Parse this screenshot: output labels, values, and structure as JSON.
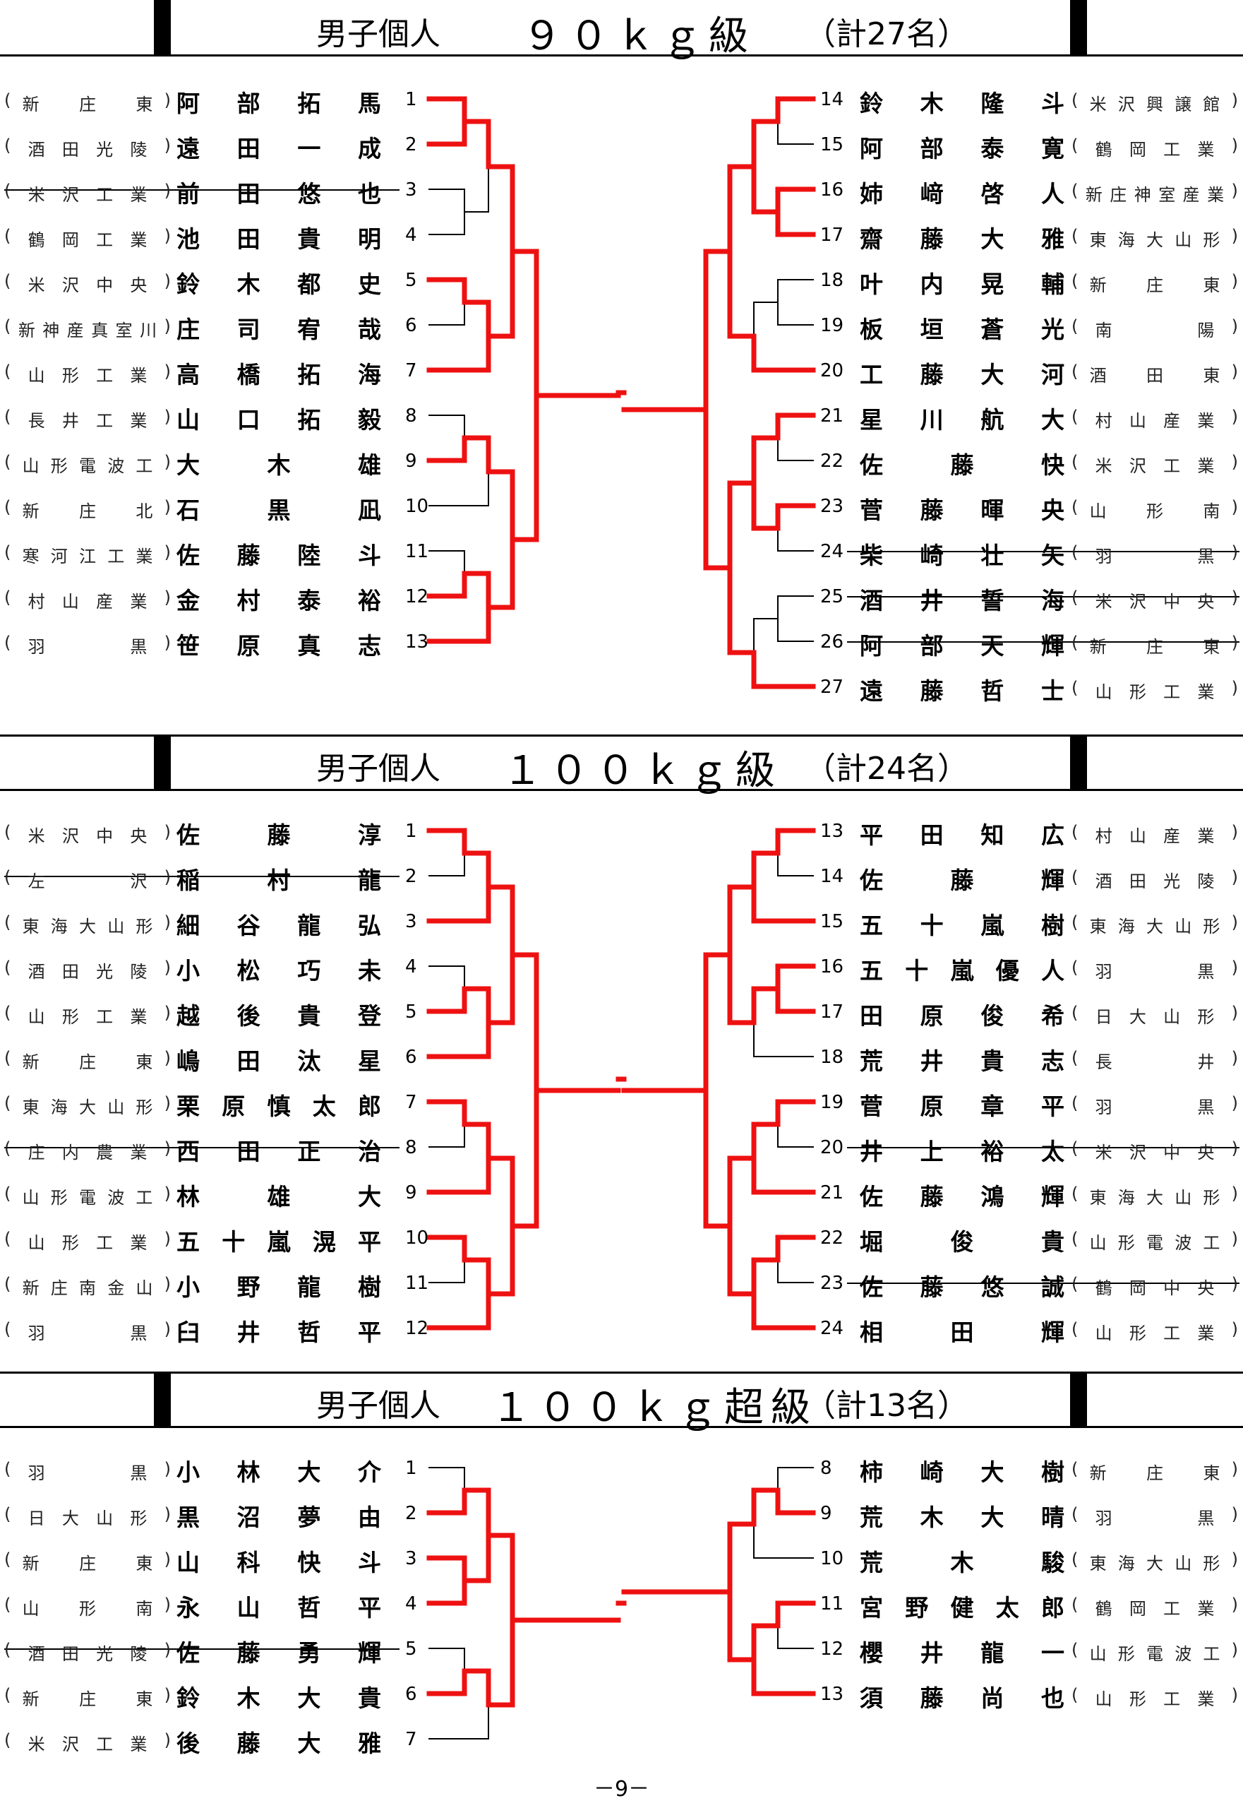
{
  "page_number": "－9－",
  "sections": [
    {
      "title": "男子個人",
      "weight": "９０ｋｇ級",
      "count": "（計27名）",
      "left": [
        {
          "seed": "1",
          "name": "阿部拓馬",
          "school": "(新　庄　東)",
          "w": true,
          "x": false
        },
        {
          "seed": "2",
          "name": "遠田一成",
          "school": "(酒田光陵)",
          "w": true,
          "x": false
        },
        {
          "seed": "3",
          "name": "前田悠也",
          "school": "(米沢工業)",
          "w": false,
          "x": true
        },
        {
          "seed": "4",
          "name": "池田貴明",
          "school": "(鶴岡工業)",
          "w": false,
          "x": false
        },
        {
          "seed": "5",
          "name": "鈴木都史",
          "school": "(米沢中央)",
          "w": true,
          "x": false
        },
        {
          "seed": "6",
          "name": "庄司宥哉",
          "school": "(新神産真室川)",
          "w": false,
          "x": false
        },
        {
          "seed": "7",
          "name": "高橋拓海",
          "school": "(山形工業)",
          "w": true,
          "x": false
        },
        {
          "seed": "8",
          "name": "山口拓毅",
          "school": "(長井工業)",
          "w": false,
          "x": false
        },
        {
          "seed": "9",
          "name": "大木雄",
          "school": "(山形電波工)",
          "w": true,
          "x": false
        },
        {
          "seed": "10",
          "name": "石黒凪",
          "school": "(新　庄　北)",
          "w": false,
          "x": false
        },
        {
          "seed": "11",
          "name": "佐藤陸斗",
          "school": "(寒河江工業)",
          "w": false,
          "x": false
        },
        {
          "seed": "12",
          "name": "金村泰裕",
          "school": "(村山産業)",
          "w": true,
          "x": false
        },
        {
          "seed": "13",
          "name": "笹原真志",
          "school": "(羽　　黒)",
          "w": true,
          "x": false
        }
      ],
      "right": [
        {
          "seed": "14",
          "name": "鈴木隆斗",
          "school": "(米沢興譲館)",
          "w": true,
          "x": false
        },
        {
          "seed": "15",
          "name": "阿部泰寛",
          "school": "(鶴岡工業)",
          "w": false,
          "x": false
        },
        {
          "seed": "16",
          "name": "姉﨑啓人",
          "school": "(新庄神室産業)",
          "w": true,
          "x": false
        },
        {
          "seed": "17",
          "name": "齋藤大雅",
          "school": "(東海大山形)",
          "w": true,
          "x": false
        },
        {
          "seed": "18",
          "name": "叶内晃輔",
          "school": "(新　庄　東)",
          "w": false,
          "x": false
        },
        {
          "seed": "19",
          "name": "板垣蒼光",
          "school": "(南　　陽)",
          "w": false,
          "x": false
        },
        {
          "seed": "20",
          "name": "工藤大河",
          "school": "(酒　田　東)",
          "w": true,
          "x": false
        },
        {
          "seed": "21",
          "name": "星川航大",
          "school": "(村山産業)",
          "w": true,
          "x": false
        },
        {
          "seed": "22",
          "name": "佐藤快",
          "school": "(米沢工業)",
          "w": false,
          "x": false
        },
        {
          "seed": "23",
          "name": "菅藤暉央",
          "school": "(山　形　南)",
          "w": true,
          "x": false
        },
        {
          "seed": "24",
          "name": "柴崎壮矢",
          "school": "(羽　　黒)",
          "w": false,
          "x": true
        },
        {
          "seed": "25",
          "name": "酒井誓海",
          "school": "(米沢中央)",
          "w": false,
          "x": true
        },
        {
          "seed": "26",
          "name": "阿部天輝",
          "school": "(新　庄　東)",
          "w": false,
          "x": true
        },
        {
          "seed": "27",
          "name": "遠藤哲士",
          "school": "(山形工業)",
          "w": true,
          "x": false
        }
      ]
    },
    {
      "title": "男子個人",
      "weight": "１００ｋｇ級",
      "count": "（計24名）",
      "left": [
        {
          "seed": "1",
          "name": "佐藤淳",
          "school": "(米沢中央)",
          "w": true,
          "x": false
        },
        {
          "seed": "2",
          "name": "稲村龍",
          "school": "(左　　沢)",
          "w": false,
          "x": true
        },
        {
          "seed": "3",
          "name": "細谷龍弘",
          "school": "(東海大山形)",
          "w": true,
          "x": false
        },
        {
          "seed": "4",
          "name": "小松巧未",
          "school": "(酒田光陵)",
          "w": false,
          "x": false
        },
        {
          "seed": "5",
          "name": "越後貴登",
          "school": "(山形工業)",
          "w": true,
          "x": false
        },
        {
          "seed": "6",
          "name": "嶋田汰星",
          "school": "(新　庄　東)",
          "w": true,
          "x": false
        },
        {
          "seed": "7",
          "name": "栗原慎太郎",
          "school": "(東海大山形)",
          "w": true,
          "x": false
        },
        {
          "seed": "8",
          "name": "西田正治",
          "school": "(庄内農業)",
          "w": false,
          "x": true
        },
        {
          "seed": "9",
          "name": "林雄大",
          "school": "(山形電波工)",
          "w": true,
          "x": false
        },
        {
          "seed": "10",
          "name": "五十嵐滉平",
          "school": "(山形工業)",
          "w": true,
          "x": false
        },
        {
          "seed": "11",
          "name": "小野龍樹",
          "school": "(新庄南金山)",
          "w": false,
          "x": false
        },
        {
          "seed": "12",
          "name": "臼井哲平",
          "school": "(羽　　黒)",
          "w": true,
          "x": false
        }
      ],
      "right": [
        {
          "seed": "13",
          "name": "平田知広",
          "school": "(村山産業)",
          "w": true,
          "x": false
        },
        {
          "seed": "14",
          "name": "佐藤輝",
          "school": "(酒田光陵)",
          "w": false,
          "x": false
        },
        {
          "seed": "15",
          "name": "五十嵐樹",
          "school": "(東海大山形)",
          "w": true,
          "x": false
        },
        {
          "seed": "16",
          "name": "五十嵐優人",
          "school": "(羽　　黒)",
          "w": true,
          "x": false
        },
        {
          "seed": "17",
          "name": "田原俊希",
          "school": "(日大山形)",
          "w": true,
          "x": false
        },
        {
          "seed": "18",
          "name": "荒井貴志",
          "school": "(長　　井)",
          "w": false,
          "x": false
        },
        {
          "seed": "19",
          "name": "菅原章平",
          "school": "(羽　　黒)",
          "w": true,
          "x": false
        },
        {
          "seed": "20",
          "name": "井上裕太",
          "school": "(米沢中央)",
          "w": false,
          "x": true
        },
        {
          "seed": "21",
          "name": "佐藤鴻輝",
          "school": "(東海大山形)",
          "w": true,
          "x": false
        },
        {
          "seed": "22",
          "name": "堀俊貴",
          "school": "(山形電波工)",
          "w": true,
          "x": false
        },
        {
          "seed": "23",
          "name": "佐藤悠誠",
          "school": "(鶴岡中央)",
          "w": false,
          "x": true
        },
        {
          "seed": "24",
          "name": "相田輝",
          "school": "(山形工業)",
          "w": true,
          "x": false
        }
      ]
    },
    {
      "title": "男子個人",
      "weight": "１００ｋｇ超級",
      "count": "（計13名）",
      "left": [
        {
          "seed": "1",
          "name": "小林大介",
          "school": "(羽　　黒)",
          "w": false,
          "x": false
        },
        {
          "seed": "2",
          "name": "黒沼夢由",
          "school": "(日大山形)",
          "w": true,
          "x": false
        },
        {
          "seed": "3",
          "name": "山科快斗",
          "school": "(新　庄　東)",
          "w": true,
          "x": false
        },
        {
          "seed": "4",
          "name": "永山哲平",
          "school": "(山　形　南)",
          "w": true,
          "x": false
        },
        {
          "seed": "5",
          "name": "佐藤勇輝",
          "school": "(酒田光陵)",
          "w": false,
          "x": true
        },
        {
          "seed": "6",
          "name": "鈴木大貴",
          "school": "(新　庄　東)",
          "w": true,
          "x": false
        },
        {
          "seed": "7",
          "name": "後藤大雅",
          "school": "(米沢工業)",
          "w": false,
          "x": false
        }
      ],
      "right": [
        {
          "seed": "8",
          "name": "柿崎大樹",
          "school": "(新　庄　東)",
          "w": false,
          "x": false
        },
        {
          "seed": "9",
          "name": "荒木大晴",
          "school": "(羽　　黒)",
          "w": true,
          "x": false
        },
        {
          "seed": "10",
          "name": "荒木駿",
          "school": "(東海大山形)",
          "w": false,
          "x": false
        },
        {
          "seed": "11",
          "name": "宮野健太郎",
          "school": "(鶴岡工業)",
          "w": true,
          "x": false
        },
        {
          "seed": "12",
          "name": "櫻井龍一",
          "school": "(山形電波工)",
          "w": false,
          "x": false
        },
        {
          "seed": "13",
          "name": "須藤尚也",
          "school": "(山形工業)",
          "w": true,
          "x": false
        }
      ]
    }
  ]
}
